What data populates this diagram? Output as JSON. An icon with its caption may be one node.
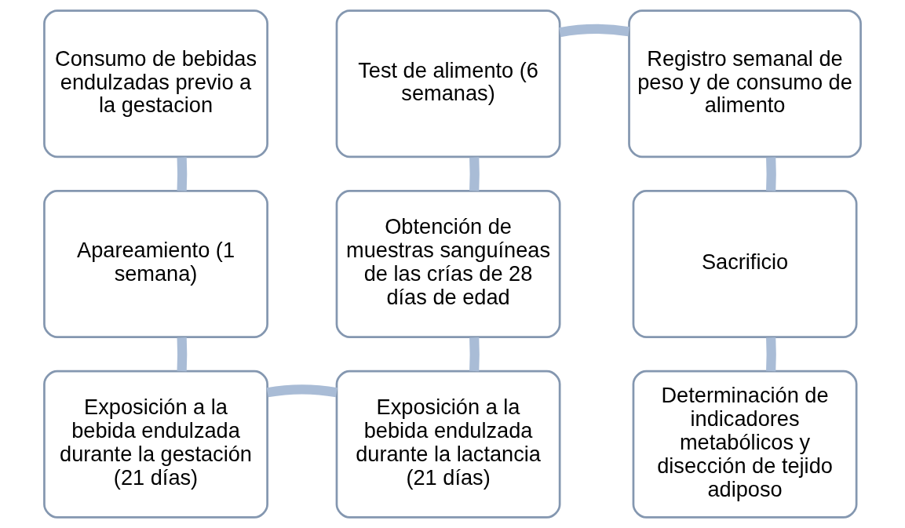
{
  "diagram": {
    "nodes": [
      {
        "text": [
          "Consumo de bebidas endulzadas previo a la gestacion"
        ]
      },
      {
        "text": [
          "Test de alimento (6 semanas)"
        ]
      },
      {
        "text": [
          "Registro semanal de peso y de consumo de alimento"
        ]
      },
      {
        "text": [
          "Apareamiento (1 semana)"
        ]
      },
      {
        "text": [
          "Obtención de muestras sanguíneas de las crías de 28 días de edad"
        ]
      },
      {
        "text": [
          "Sacrificio"
        ]
      },
      {
        "text": [
          "Exposición a la bebida endulzada durante la gestación (21 días)"
        ]
      },
      {
        "text": [
          "Exposición a la bebida endulzada durante la lactancia (21 días)"
        ]
      },
      {
        "text": [
          "Determinación de indicadores metabólicos y disección de tejido adiposo"
        ]
      }
    ],
    "edges": [
      {
        "from": 0,
        "to": 3,
        "arrow": "none"
      },
      {
        "from": 3,
        "to": 6,
        "arrow": "none"
      },
      {
        "from": 6,
        "to": 7,
        "arrow": "none"
      },
      {
        "from": 7,
        "to": 4,
        "arrow": "none"
      },
      {
        "from": 4,
        "to": 1,
        "arrow": "none"
      },
      {
        "from": 1,
        "to": 2,
        "arrow": "none"
      },
      {
        "from": 2,
        "to": 5,
        "arrow": "none"
      },
      {
        "from": 5,
        "to": 8,
        "arrow": "none"
      }
    ]
  }
}
